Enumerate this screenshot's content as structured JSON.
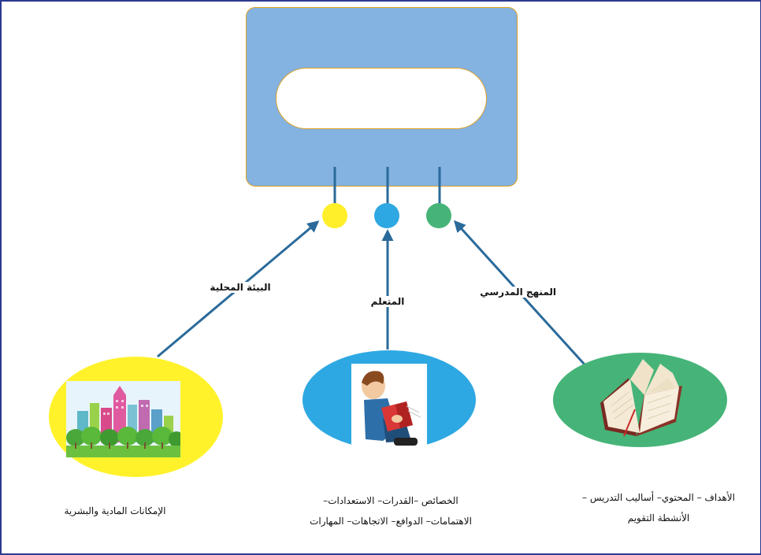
{
  "diagram": {
    "central_title": "",
    "branches": [
      {
        "label": "البيئة المحلية",
        "description_lines": [
          "الإمكانات المادية والبشرية"
        ],
        "dot_color": "#ffef2b",
        "ellipse_color": "#fff22b",
        "picture_icon": "city-trees-icon"
      },
      {
        "label": "المتعلم",
        "description_lines": [
          "الخصائص –القدرات– الاستعدادات–",
          "الاهتمامات– الدوافع– الاتجاهات– المهارات"
        ],
        "dot_color": "#2ea8e2",
        "ellipse_color": "#2ea8e2",
        "picture_icon": "boy-reading-icon"
      },
      {
        "label": "المنهج المدرسي",
        "description_lines": [
          "الأهداف – المحتوي– أساليب التدريس –",
          "الأنشطة التقويم"
        ],
        "dot_color": "#46b478",
        "ellipse_color": "#46b478",
        "picture_icon": "open-book-icon"
      }
    ],
    "colors": {
      "central_box_fill": "#84b2e1",
      "central_box_border": "#e0a020",
      "arrow_color": "#2a6a9a",
      "frame_border": "#2b3a8f"
    }
  }
}
